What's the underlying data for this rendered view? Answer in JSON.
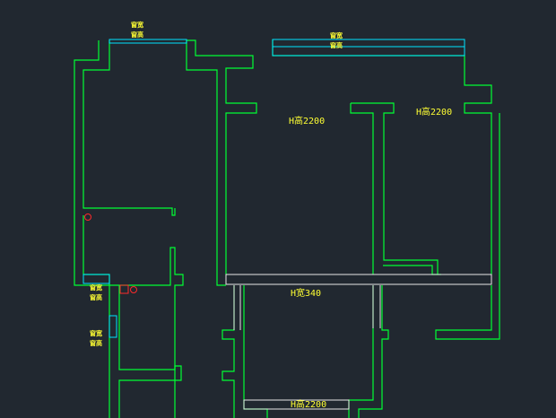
{
  "colors": {
    "background": "#212830",
    "wall": "#00ff33",
    "window": "#00e5ff",
    "door": "#e6e6e6",
    "marker": "#ff2a2a",
    "text": "#ffff33"
  },
  "labels": {
    "window_top_left_1": "窗宽",
    "window_top_left_2": "窗高",
    "window_top_right_1": "窗宽",
    "window_top_right_2": "窗高",
    "room_height_main": "H高2200",
    "room_height_right": "H高2200",
    "passage_width": "H宽340",
    "window_side_1": "窗宽",
    "window_side_2": "窗高",
    "window_side_3": "窗宽",
    "window_side_4": "窗高",
    "bottom_height": "H高2200"
  }
}
